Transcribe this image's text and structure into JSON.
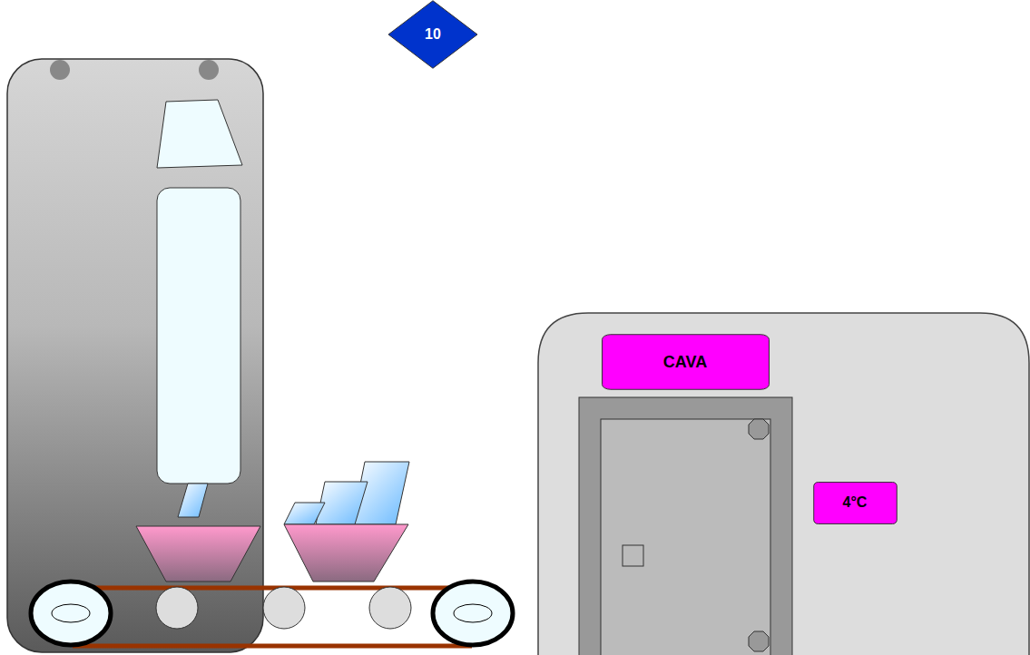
{
  "diagram": {
    "nodes": [
      {
        "text": [
          "10"
        ]
      },
      {
        "text": [
          "CAVA"
        ]
      },
      {
        "text": [
          "4°C"
        ]
      }
    ]
  }
}
